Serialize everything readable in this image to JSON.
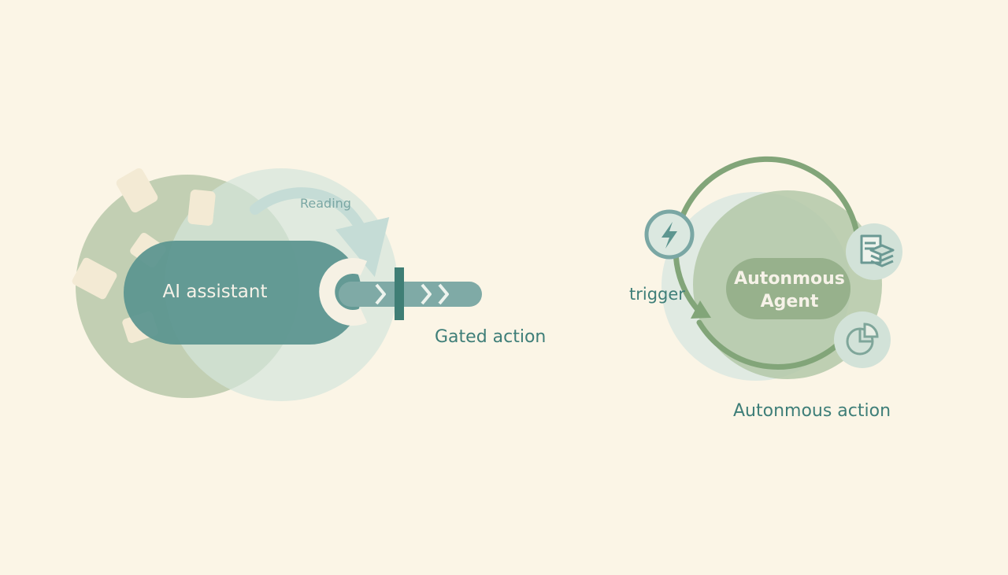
{
  "gated": {
    "node_label": "AI assistant",
    "read_label": "Reading",
    "caption": "Gated action"
  },
  "autonomous": {
    "trigger_label": "trigger",
    "node_label": "Autonmous Agent",
    "caption": "Autonmous action",
    "icons": [
      "lightning-icon",
      "documents-icon",
      "pie-chart-icon"
    ]
  },
  "colors": {
    "background": "#fbf5e6",
    "teal": "#5d9690",
    "sage": "#a9bf9c",
    "mist": "#dde9e1",
    "card": "#f3ead4",
    "text": "#3e7e78"
  }
}
